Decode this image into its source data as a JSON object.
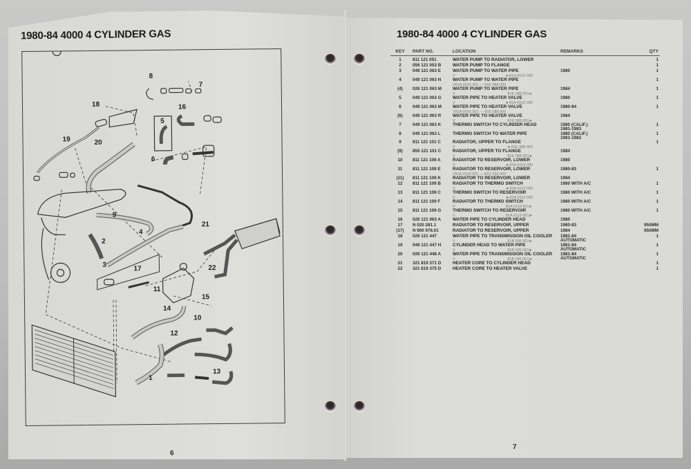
{
  "document": {
    "left_page": {
      "title": "1980-84 4000 4 CYLINDER GAS",
      "page_number": "6",
      "diagram": {
        "description": "Exploded view of cooling system hoses, radiator, reservoir and heater core",
        "callouts": [
          "1",
          "2",
          "3",
          "4",
          "5",
          "6",
          "7",
          "8",
          "9",
          "10",
          "11",
          "12",
          "13",
          "14",
          "15",
          "16",
          "17",
          "18",
          "19",
          "20",
          "21",
          "22"
        ]
      }
    },
    "right_page": {
      "title": "1980-84 4000 4 CYLINDER GAS",
      "page_number": "7",
      "table": {
        "headers": {
          "key": "KEY",
          "part_no": "PART NO.",
          "location": "LOCATION",
          "remarks": "REMARKS",
          "qty": "QTY"
        },
        "rows": [
          {
            "key": "1",
            "part_no": "811 121 051",
            "location": "WATER PUMP TO RADIATOR, LOWER",
            "sub_left": "",
            "sub_right": "",
            "remarks": "",
            "remarks2": "",
            "qty": "1"
          },
          {
            "key": "2",
            "part_no": "056 121 053 B",
            "location": "WATER PUMP TO FLANGE",
            "sub_left": "",
            "sub_right": "",
            "remarks": "",
            "remarks2": "",
            "qty": "1"
          },
          {
            "key": "3",
            "part_no": "049 121 063 E",
            "location": "WATER PUMP TO WATER PIPE",
            "sub_left": "V",
            "sub_right": "►81A 0016 000",
            "remarks": "1980",
            "remarks2": "",
            "qty": "1"
          },
          {
            "key": "4",
            "part_no": "049 121 063 N",
            "location": "WATER PUMP TO WATER PIPE",
            "sub_left": "V81A 0016 001 — 81E 088 000",
            "sub_right": "",
            "remarks": "",
            "remarks2": "",
            "qty": "1"
          },
          {
            "key": "(4)",
            "part_no": "026 121 063 M",
            "location": "WATER PUMP TO WATER PIPE",
            "sub_left": "V",
            "sub_right": "81E 088 001►",
            "remarks": "1984",
            "remarks2": "",
            "qty": "1"
          },
          {
            "key": "5",
            "part_no": "049 121 063 G",
            "location": "WATER PIPE TO HEATER VALVE",
            "sub_left": "V",
            "sub_right": "►81A 0016 000",
            "remarks": "1980",
            "remarks2": "",
            "qty": "1"
          },
          {
            "key": "6",
            "part_no": "049 121 063 M",
            "location": "WATER PIPE TO HEATER VALVE",
            "sub_left": "V81A 0016 001 — 81E 088 000",
            "sub_right": "",
            "remarks": "1980-84",
            "remarks2": "",
            "qty": "1"
          },
          {
            "key": "(6)",
            "part_no": "049 121 063 R",
            "location": "WATER PIPE TO HEATER VALVE",
            "sub_left": "V",
            "sub_right": "81E 088 001►",
            "remarks": "1984",
            "remarks2": "",
            "qty": ""
          },
          {
            "key": "7",
            "part_no": "049 121 063 K",
            "location": "THERMO SWITCH TO CYLINDER HEAD",
            "sub_left": "",
            "sub_right": "",
            "remarks": "1980 (CALIF.)",
            "remarks2": "1981-1983",
            "qty": "1"
          },
          {
            "key": "8",
            "part_no": "049 121 063 L",
            "location": "THERMO SWITCH TO WATER PIPE",
            "sub_left": "",
            "sub_right": "",
            "remarks": "1980 (CALIF.)",
            "remarks2": "1981-1983",
            "qty": "1"
          },
          {
            "key": "9",
            "part_no": "811 121 101 C",
            "location": "RADIATOR, UPPER TO FLANGE",
            "sub_left": "V",
            "sub_right": "►81E 088 000",
            "remarks": "",
            "remarks2": "",
            "qty": "1"
          },
          {
            "key": "(9)",
            "part_no": "855 121 101 C",
            "location": "RADIATOR, UPPER TO FLANGE",
            "sub_left": "V",
            "sub_right": "81E 088 001►",
            "remarks": "1984",
            "remarks2": "",
            "qty": ""
          },
          {
            "key": "10",
            "part_no": "811 121 109 A",
            "location": "RADIATOR TO RESERVOIR, LOWER",
            "sub_left": "V",
            "sub_right": "►81A 0119 000",
            "remarks": "1980",
            "remarks2": "",
            "qty": ""
          },
          {
            "key": "11",
            "part_no": "811 121 109 E",
            "location": "RADIATOR TO RESERVOIR, LOWER",
            "sub_left": "V81A 0119 001 — 81D 250 000",
            "sub_right": "",
            "remarks": "1980-83",
            "remarks2": "",
            "qty": "1"
          },
          {
            "key": "(11)",
            "part_no": "811 121 109 K",
            "location": "RADIATOR TO RESERVOIR, LOWER",
            "sub_left": "",
            "sub_right": "",
            "remarks": "1984",
            "remarks2": "",
            "qty": ""
          },
          {
            "key": "12",
            "part_no": "811 121 109 B",
            "location": "RADIATOR TO THERMO SWITCH",
            "sub_left": "V",
            "sub_right": "►81A 0119 000",
            "remarks": "1980 WITH A/C",
            "remarks2": "",
            "qty": "1"
          },
          {
            "key": "13",
            "part_no": "811 121 109 C",
            "location": "THERMO SWITCH TO RESERVOIR",
            "sub_left": "V",
            "sub_right": "►81A 0119 000",
            "remarks": "1980 WITH A/C",
            "remarks2": "",
            "qty": "1"
          },
          {
            "key": "14",
            "part_no": "811 121 109 F",
            "location": "RADIATOR TO THERMO SWITCH",
            "sub_left": "V",
            "sub_right": "81A 0119 001►",
            "remarks": "1980 WITH A/C",
            "remarks2": "",
            "qty": "1"
          },
          {
            "key": "15",
            "part_no": "811 121 109 G",
            "location": "THERMO SWITCH TO RESERVOIR",
            "sub_left": "V",
            "sub_right": "81A 0119 001►",
            "remarks": "1980 WITH A/C",
            "remarks2": "",
            "qty": "1"
          },
          {
            "key": "16",
            "part_no": "026 121 063 A",
            "location": "WATER PIPE TO CYLINDER HEAD",
            "sub_left": "",
            "sub_right": "",
            "remarks": "1980",
            "remarks2": "",
            "qty": ""
          },
          {
            "key": "17",
            "part_no": "N  020 281.1",
            "location": "RADIATOR TO RESERVOIR, UPPER",
            "sub_left": "",
            "sub_right": "",
            "remarks": "1980-83",
            "remarks2": "",
            "qty": "950MM"
          },
          {
            "key": "(17)",
            "part_no": "N  900 976.01",
            "location": "RADIATOR TO RESERVOIR, UPPER",
            "sub_left": "",
            "sub_right": "",
            "remarks": "1984",
            "remarks2": "",
            "qty": "950MM"
          },
          {
            "key": "18",
            "part_no": "026 121 447",
            "location": "WATER PIPE TO TRANSMISSION OIL COOLER",
            "sub_left": "V",
            "sub_right": "81B 095 001►",
            "remarks": "1981-84",
            "remarks2": "AUTOMATIC",
            "qty": "1"
          },
          {
            "key": "19",
            "part_no": "049 121 447 H",
            "location": "CYLINDER HEAD TO WATER PIPE",
            "sub_left": "V",
            "sub_right": "81B 095 001►",
            "remarks": "1981-84",
            "remarks2": "AUTOMATIC",
            "qty": "1"
          },
          {
            "key": "20",
            "part_no": "026 121 448 A",
            "location": "WATER PIPE TO TRANSMISSION OIL COOLER",
            "sub_left": "V",
            "sub_right": "81B 095 001►",
            "remarks": "1981-84",
            "remarks2": "AUTOMATIC",
            "qty": "1"
          },
          {
            "key": "21",
            "part_no": "321 819 371 D",
            "location": "HEATER CORE TO CYLINDER HEAD",
            "sub_left": "",
            "sub_right": "",
            "remarks": "",
            "remarks2": "",
            "qty": "1"
          },
          {
            "key": "22",
            "part_no": "321 819 375 D",
            "location": "HEATER CORE TO HEATER VALVE",
            "sub_left": "",
            "sub_right": "",
            "remarks": "",
            "remarks2": "",
            "qty": "1"
          }
        ]
      }
    }
  },
  "colors": {
    "paper": "#dcdcd8",
    "ink": "#1e1e1e",
    "background": "#bdbdbb"
  }
}
